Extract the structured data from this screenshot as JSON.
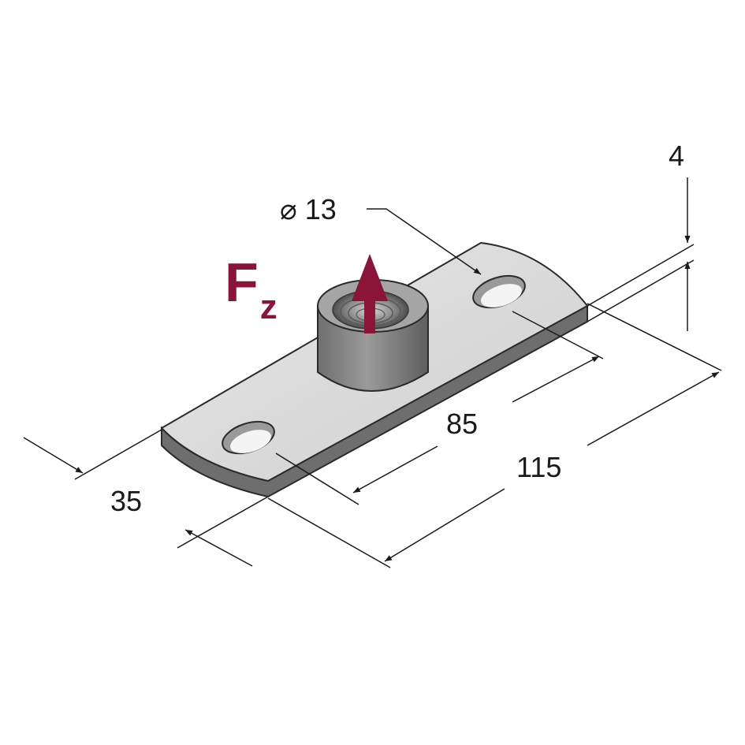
{
  "dimensions": {
    "diameter_symbol": "⌀",
    "diameter_value": "13",
    "thickness": "4",
    "hole_spacing": "85",
    "length": "115",
    "width": "35"
  },
  "force": {
    "main": "F",
    "sub": "z",
    "color": "#8b1538"
  },
  "colors": {
    "plate_top": "#dcdcdc",
    "plate_edge": "#6e6e6e",
    "boss": "#8a8a8a",
    "line": "#222222"
  }
}
